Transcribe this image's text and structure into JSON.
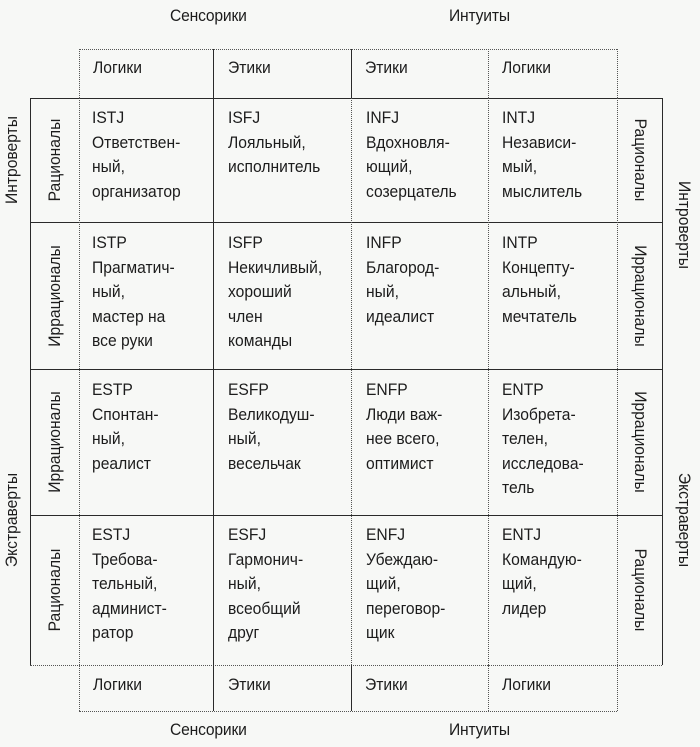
{
  "top_groups": {
    "left": "Сенсорики",
    "right": "Интуиты"
  },
  "bottom_groups": {
    "left": "Сенсорики",
    "right": "Интуиты"
  },
  "column_headers_top": [
    "Логики",
    "Этики",
    "Этики",
    "Логики"
  ],
  "column_headers_bottom": [
    "Логики",
    "Этики",
    "Этики",
    "Логики"
  ],
  "outer_left_labels": {
    "top": "Интроверты",
    "bottom": "Экстраверты"
  },
  "outer_right_labels": {
    "top": "Интроверты",
    "bottom": "Экстраверты"
  },
  "row_labels_left": [
    "Рационалы",
    "Иррационалы",
    "Иррационалы",
    "Рационалы"
  ],
  "row_labels_right": [
    "Рационалы",
    "Иррационалы",
    "Иррационалы",
    "Рационалы"
  ],
  "grid": [
    [
      {
        "code": "ISTJ",
        "lines": [
          "Ответствен-",
          "ный,",
          "организатор"
        ]
      },
      {
        "code": "ISFJ",
        "lines": [
          "Лояльный,",
          "исполнитель"
        ]
      },
      {
        "code": "INFJ",
        "lines": [
          "Вдохновля-",
          "ющий,",
          "созерцатель"
        ]
      },
      {
        "code": "INTJ",
        "lines": [
          "Независи-",
          "мый,",
          "мыслитель"
        ]
      }
    ],
    [
      {
        "code": "ISTP",
        "lines": [
          "Прагматич-",
          "ный,",
          "мастер на",
          "все руки"
        ]
      },
      {
        "code": "ISFP",
        "lines": [
          "Некичливый,",
          "хороший",
          "член",
          "команды"
        ]
      },
      {
        "code": "INFP",
        "lines": [
          "Благород-",
          "ный,",
          "идеалист"
        ]
      },
      {
        "code": "INTP",
        "lines": [
          "Концепту-",
          "альный,",
          "мечтатель"
        ]
      }
    ],
    [
      {
        "code": "ESTP",
        "lines": [
          "Спонтан-",
          "ный,",
          "реалист"
        ]
      },
      {
        "code": "ESFP",
        "lines": [
          "Великодуш-",
          "ный,",
          "весельчак"
        ]
      },
      {
        "code": "ENFP",
        "lines": [
          "Люди важ-",
          "нее всего,",
          "оптимист"
        ]
      },
      {
        "code": "ENTP",
        "lines": [
          "Изобрета-",
          "телен,",
          "исследова-",
          "тель"
        ]
      }
    ],
    [
      {
        "code": "ESTJ",
        "lines": [
          "Требова-",
          "тельный,",
          "админист-",
          "ратор"
        ]
      },
      {
        "code": "ESFJ",
        "lines": [
          "Гармонич-",
          "ный,",
          "всеобщий",
          "друг"
        ]
      },
      {
        "code": "ENFJ",
        "lines": [
          "Убеждаю-",
          "щий,",
          "переговор-",
          "щик"
        ]
      },
      {
        "code": "ENTJ",
        "lines": [
          "Командую-",
          "щий,",
          "лидер"
        ]
      }
    ]
  ]
}
